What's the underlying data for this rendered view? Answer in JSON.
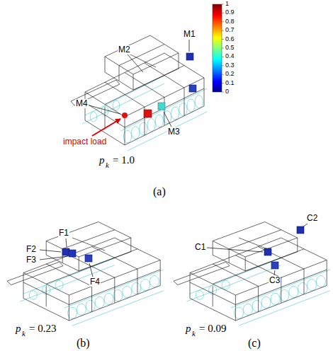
{
  "diagram": {
    "labels": [
      "1",
      "0.9",
      "0.8",
      "0.7",
      "0.6",
      "0.5",
      "0.4",
      "0.3",
      "0.2",
      "0.1",
      "0",
      "M1",
      "M2",
      "M4",
      "impact load",
      "M3",
      "p",
      "k",
      "= 1.0",
      "(a)",
      "F1",
      "F2",
      "F3",
      "F4",
      "p",
      "k",
      "= 0.23",
      "(b)",
      "C1",
      "C2",
      "C3",
      "p",
      "k",
      "= 0.09",
      "(c)"
    ]
  }
}
